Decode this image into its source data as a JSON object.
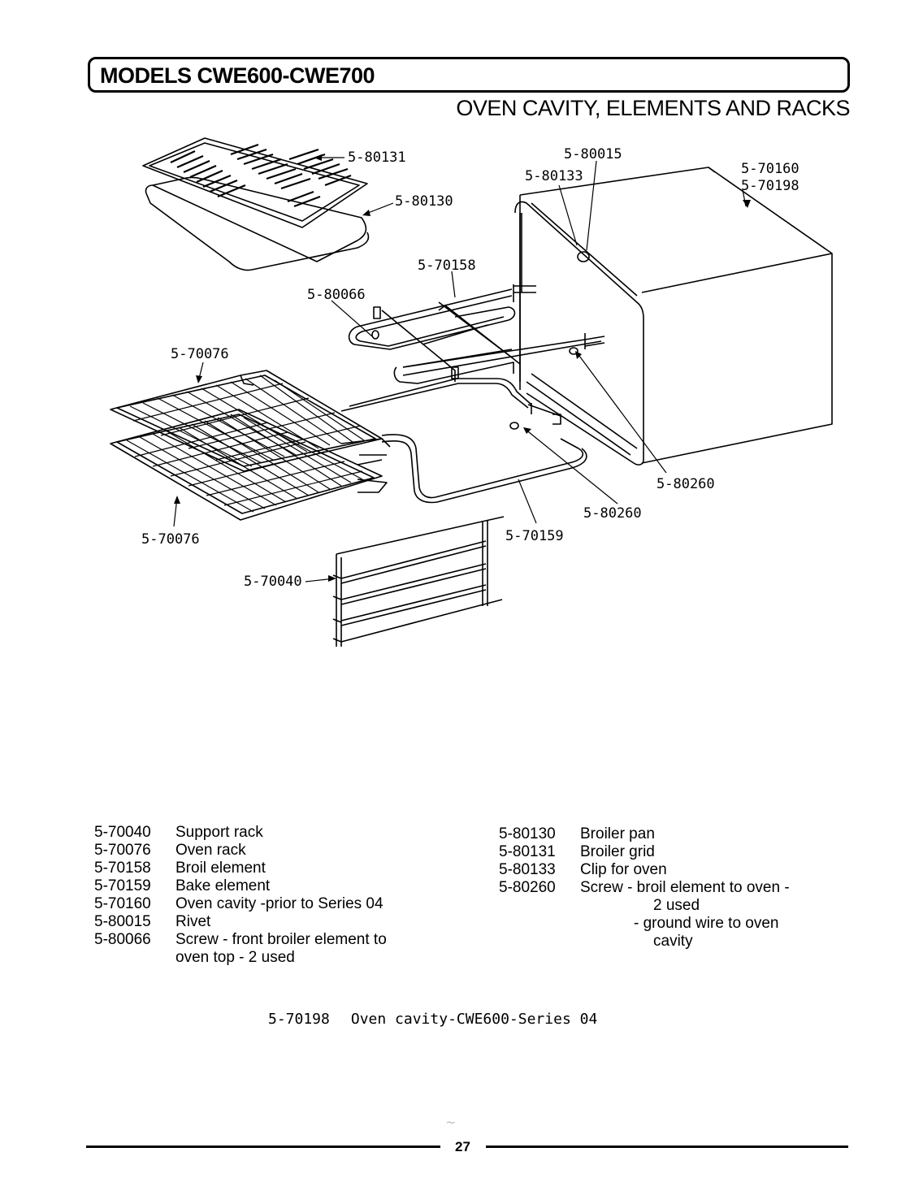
{
  "header": {
    "title": "MODELS CWE600-CWE700",
    "subtitle": "OVEN CAVITY, ELEMENTS AND RACKS"
  },
  "callouts": {
    "c_80131": "5-80131",
    "c_80130": "5-80130",
    "c_80015": "5-80015",
    "c_80133": "5-80133",
    "c_70160": "5-70160",
    "c_70198": "5-70198",
    "c_70158": "5-70158",
    "c_80066": "5-80066",
    "c_70076a": "5-70076",
    "c_70076b": "5-70076",
    "c_80260a": "5-80260",
    "c_80260b": "5-80260",
    "c_70159": "5-70159",
    "c_70040": "5-70040"
  },
  "parts_left": [
    {
      "num": "5-70040",
      "desc": "Support rack"
    },
    {
      "num": "5-70076",
      "desc": "Oven rack"
    },
    {
      "num": "5-70158",
      "desc": "Broil element"
    },
    {
      "num": "5-70159",
      "desc": "Bake element"
    },
    {
      "num": "5-70160",
      "desc": "Oven cavity -prior to Series 04"
    },
    {
      "num": "5-80015",
      "desc": "Rivet"
    },
    {
      "num": "5-80066",
      "desc": "Screw - front broiler element to",
      "cont": "oven top - 2 used"
    }
  ],
  "parts_right": [
    {
      "num": "5-80130",
      "desc": "Broiler pan"
    },
    {
      "num": "5-80131",
      "desc": "Broiler grid"
    },
    {
      "num": "5-80133",
      "desc": "Clip for oven"
    },
    {
      "num": "5-80260",
      "desc": "Screw - broil element to oven -",
      "cont": "2 used",
      "cont2": "- ground wire to oven",
      "cont3": "cavity"
    }
  ],
  "footnote": {
    "num": "5-70198",
    "desc": "Oven cavity-CWE600-Series 04"
  },
  "page": {
    "number": "27"
  }
}
